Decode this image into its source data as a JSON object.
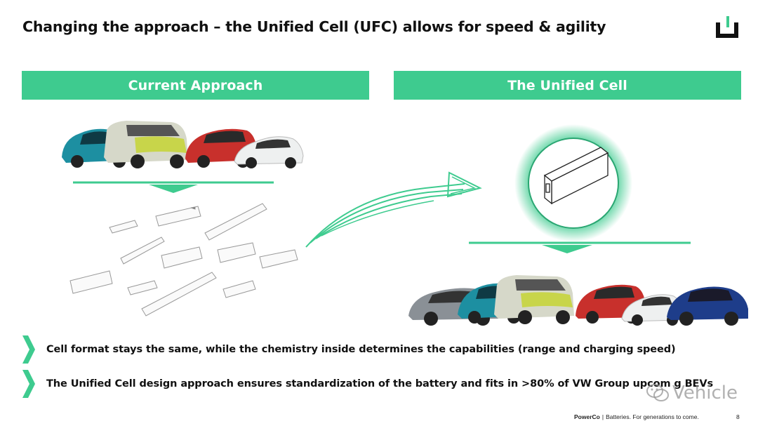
{
  "slide": {
    "title": "Changing the approach – the Unified Cell (UFC) allows for speed & agility"
  },
  "left_banner": {
    "label": "Current Approach"
  },
  "right_banner": {
    "label": "The Unified Cell"
  },
  "bullets": [
    {
      "text": "Cell format stays the same, while the chemistry inside determines the capabilities (range and charging speed)"
    },
    {
      "text": "The Unified Cell design approach ensures standardization of the battery and fits in >80% of VW Group upcom"
    },
    {
      "text_tail": "g BEVs"
    }
  ],
  "watermark": {
    "text": "Vehicle"
  },
  "footer": {
    "brand": "PowerCo",
    "separator": "|",
    "tagline": "Batteries. For generations to come.",
    "page_number": "8"
  },
  "colors": {
    "accent_green": "#3ecb8f",
    "title_text": "#111111"
  },
  "icons": [
    "powerco-logo-icon",
    "chevron-right-icon",
    "curved-arrow-icon",
    "battery-cell-icon",
    "wechat-icon"
  ]
}
